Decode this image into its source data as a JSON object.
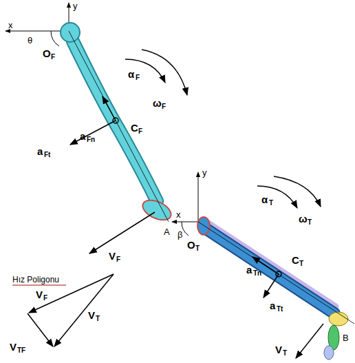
{
  "diagram": {
    "labels": [
      "x",
      "y",
      "θ",
      "O",
      "F",
      "α",
      "F",
      "ω",
      "F",
      "a",
      "Fn",
      "C",
      "F",
      "a",
      "Ft",
      "A",
      "V",
      "F",
      "y",
      "x",
      "β",
      "O",
      "T",
      "α",
      "T",
      "ω",
      "T",
      "a",
      "Tn",
      "C",
      "T",
      "a",
      "Tt",
      "B",
      "V",
      "T",
      "Hız Poligonu",
      "V",
      "F",
      "V",
      "T",
      "V",
      "TF"
    ]
  }
}
